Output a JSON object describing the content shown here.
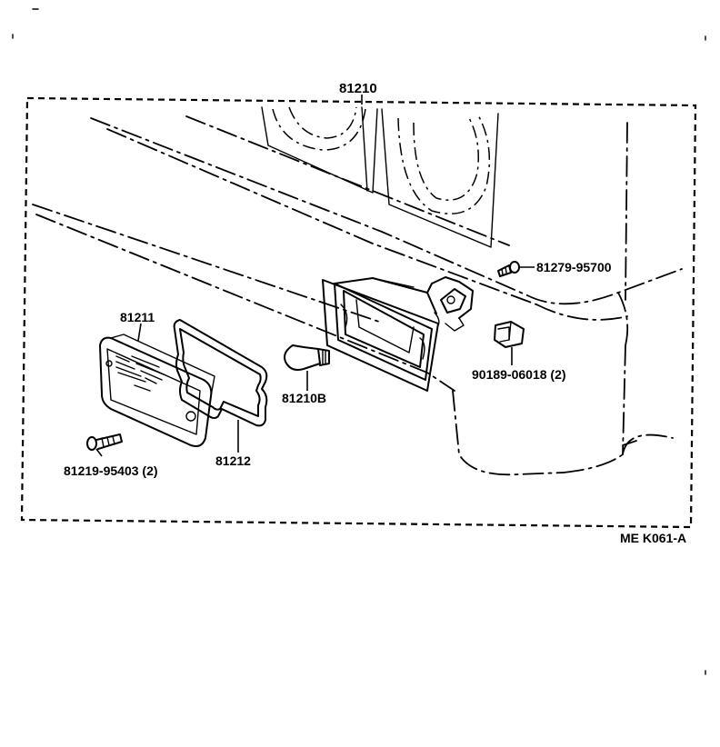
{
  "diagram": {
    "assembly_label": "81210",
    "reference_code": "ME K061-A",
    "parts": [
      {
        "label": "81211"
      },
      {
        "label": "81212"
      },
      {
        "label": "81210B"
      },
      {
        "label": "81279-95700"
      },
      {
        "label": "90189-06018 (2)"
      },
      {
        "label": "81219-95403 (2)"
      }
    ]
  }
}
